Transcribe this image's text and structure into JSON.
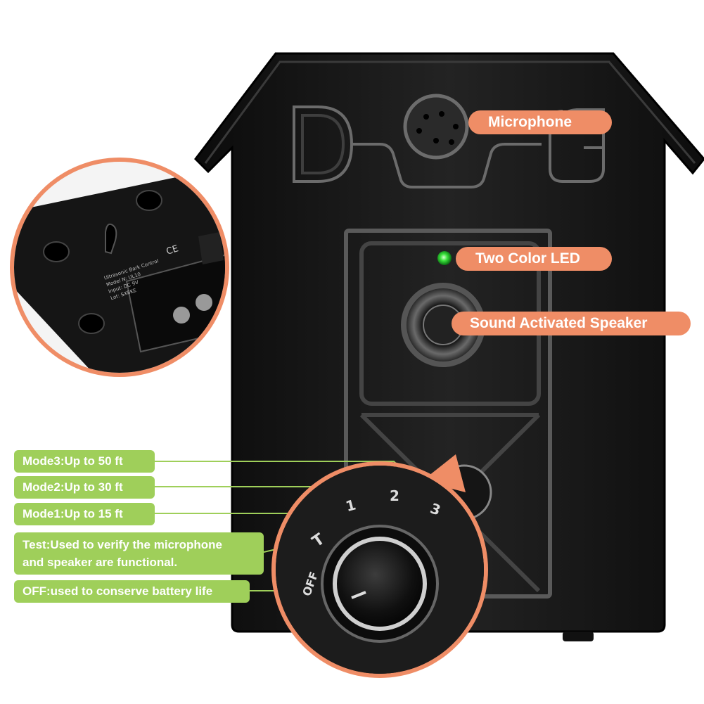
{
  "labels": {
    "microphone": "Microphone",
    "led": "Two Color LED",
    "speaker": "Sound Activated Speaker",
    "mode3": "Mode3:Up to 50 ft",
    "mode2": "Mode2:Up to 30 ft",
    "mode1": "Mode1:Up to 15 ft",
    "test_line1": "Test:Used to verify the microphone",
    "test_line2": "and speaker are functional.",
    "off": "OFF:used to conserve battery life"
  },
  "device": {
    "logo_letters": [
      "D",
      "G"
    ],
    "knob_marks": [
      "OFF",
      "T",
      "1",
      "2",
      "3"
    ],
    "back_label_lines": [
      "Ultrasonic Bark Control",
      "Model N: UL10",
      "Input: DC 9V",
      "Lot: SX8KE"
    ],
    "back_marks": [
      "CE"
    ]
  },
  "colors": {
    "orange_callout": "#ef8d66",
    "green_callout": "#9fcf5a",
    "device_body": "#1a1a1a",
    "led_green": "#39e03a"
  }
}
